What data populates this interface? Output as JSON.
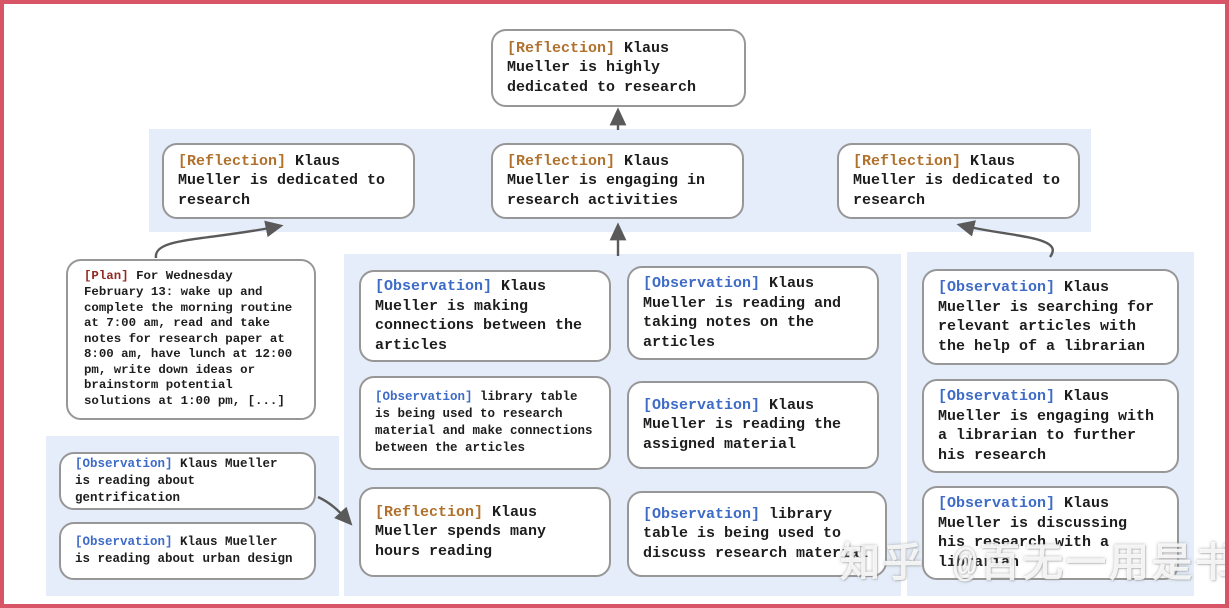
{
  "colors": {
    "frame": "#d75566",
    "panel": "#e4edf9",
    "box_border": "#979797",
    "arrow": "#5a5a5a",
    "text": "#1d1d1d",
    "reflection": "#b0712d",
    "observation": "#3d6bc6",
    "plan": "#932a22"
  },
  "nodes": {
    "top": {
      "tag": "[Reflection]",
      "text": "Klaus Mueller is highly dedicated to research"
    },
    "r2_left": {
      "tag": "[Reflection]",
      "text": "Klaus Mueller is dedicated to research"
    },
    "r2_mid": {
      "tag": "[Reflection]",
      "text": "Klaus Mueller is engaging in research activities"
    },
    "r2_right": {
      "tag": "[Reflection]",
      "text": "Klaus Mueller is dedicated to research"
    },
    "plan": {
      "tag": "[Plan]",
      "text": "For Wednesday February 13: wake up and complete the morning routine at 7:00 am, read and take notes for research paper at 8:00 am, have lunch at 12:00 pm, write down ideas or brainstorm potential solutions at 1:00 pm, [...]"
    },
    "obs_gentrification": {
      "tag": "[Observation]",
      "text": "Klaus Mueller is reading about gentrification"
    },
    "obs_urban_design": {
      "tag": "[Observation]",
      "text": "Klaus Mueller is reading about urban design"
    },
    "obs_connections": {
      "tag": "[Observation]",
      "text": "Klaus Mueller is making connections between the articles"
    },
    "obs_table_research": {
      "tag": "[Observation]",
      "text": "library table is being used to research material and make connections between the articles"
    },
    "refl_hours": {
      "tag": "[Reflection]",
      "text": "Klaus Mueller spends many hours reading"
    },
    "obs_taking_notes": {
      "tag": "[Observation]",
      "text": "Klaus Mueller is reading and taking notes on the articles"
    },
    "obs_assigned": {
      "tag": "[Observation]",
      "text": "Klaus Mueller is reading the assigned material"
    },
    "obs_table_discuss": {
      "tag": "[Observation]",
      "text": "library table is being used to discuss research material"
    },
    "obs_searching": {
      "tag": "[Observation]",
      "text": "Klaus Mueller is searching for relevant articles with the help of a librarian"
    },
    "obs_engaging_librarian": {
      "tag": "[Observation]",
      "text": "Klaus Mueller is engaging with a librarian to further his research"
    },
    "obs_discussing": {
      "tag": "[Observation]",
      "text": "Klaus Mueller is discussing his research with a librarian"
    }
  },
  "watermark": "知乎 @百无一用是书生"
}
